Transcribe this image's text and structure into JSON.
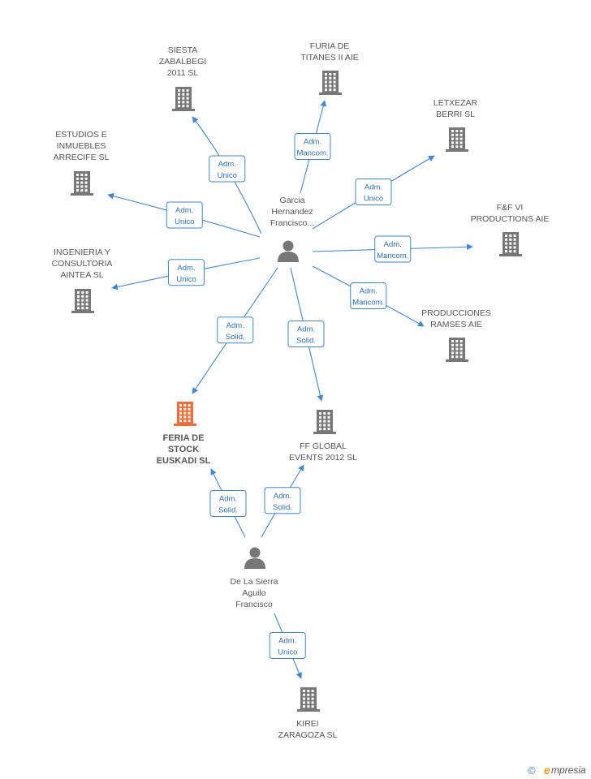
{
  "diagram": {
    "colors": {
      "edge": "#3f86d6",
      "company": "#777777",
      "company_focus": "#f26a36",
      "person": "#777777",
      "label": "#555555"
    },
    "nodes": [
      {
        "id": "p1",
        "kind": "person",
        "label": [
          "Garcia",
          "Hernandez",
          "Francisco..."
        ]
      },
      {
        "id": "p2",
        "kind": "person",
        "label": [
          "De La Sierra",
          "Aguilo",
          "Francisco"
        ]
      },
      {
        "id": "siesta",
        "kind": "company",
        "label": [
          "SIESTA",
          "ZABALBEGI",
          "2011 SL"
        ]
      },
      {
        "id": "furia",
        "kind": "company",
        "label": [
          "FURIA DE",
          "TITANES II AIE"
        ]
      },
      {
        "id": "letxezar",
        "kind": "company",
        "label": [
          "LETXEZAR",
          "BERRI SL"
        ]
      },
      {
        "id": "estudios",
        "kind": "company",
        "label": [
          "ESTUDIOS E",
          "INMUEBLES",
          "ARRECIFE SL"
        ]
      },
      {
        "id": "ff6",
        "kind": "company",
        "label": [
          "F&F VI",
          "PRODUCTIONS AIE"
        ]
      },
      {
        "id": "ingenieria",
        "kind": "company",
        "label": [
          "INGENIERIA Y",
          "CONSULTORIA",
          "AINTEA  SL"
        ]
      },
      {
        "id": "producciones",
        "kind": "company",
        "label": [
          "PRODUCCIONES",
          "RAMSES AIE"
        ]
      },
      {
        "id": "feria",
        "kind": "company_focus",
        "label": [
          "FERIA DE",
          "STOCK",
          "EUSKADI SL"
        ]
      },
      {
        "id": "ffglobal",
        "kind": "company",
        "label": [
          "FF GLOBAL",
          "EVENTS 2012 SL"
        ]
      },
      {
        "id": "kirei",
        "kind": "company",
        "label": [
          "KIREI",
          "ZARAGOZA SL"
        ]
      }
    ],
    "edges": [
      {
        "from": "p1",
        "to": "siesta",
        "role": [
          "Adm.",
          "Unico"
        ]
      },
      {
        "from": "p1",
        "to": "furia",
        "role": [
          "Adm.",
          "Mancom."
        ]
      },
      {
        "from": "p1",
        "to": "letxezar",
        "role": [
          "Adm.",
          "Unico"
        ]
      },
      {
        "from": "p1",
        "to": "estudios",
        "role": [
          "Adm.",
          "Unico"
        ]
      },
      {
        "from": "p1",
        "to": "ff6",
        "role": [
          "Adm.",
          "Mancom."
        ]
      },
      {
        "from": "p1",
        "to": "ingenieria",
        "role": [
          "Adm.",
          "Unico"
        ]
      },
      {
        "from": "p1",
        "to": "producciones",
        "role": [
          "Adm.",
          "Mancom."
        ]
      },
      {
        "from": "p1",
        "to": "feria",
        "role": [
          "Adm.",
          "Solid."
        ]
      },
      {
        "from": "p1",
        "to": "ffglobal",
        "role": [
          "Adm.",
          "Solid."
        ]
      },
      {
        "from": "p2",
        "to": "feria",
        "role": [
          "Adm.",
          "Solid."
        ]
      },
      {
        "from": "p2",
        "to": "ffglobal",
        "role": [
          "Adm.",
          "Solid."
        ]
      },
      {
        "from": "p2",
        "to": "kirei",
        "role": [
          "Adm.",
          "Unico"
        ]
      }
    ]
  },
  "footer": {
    "copyright_symbol": "©",
    "brand_initial": "e",
    "brand_rest": "mpresia"
  }
}
